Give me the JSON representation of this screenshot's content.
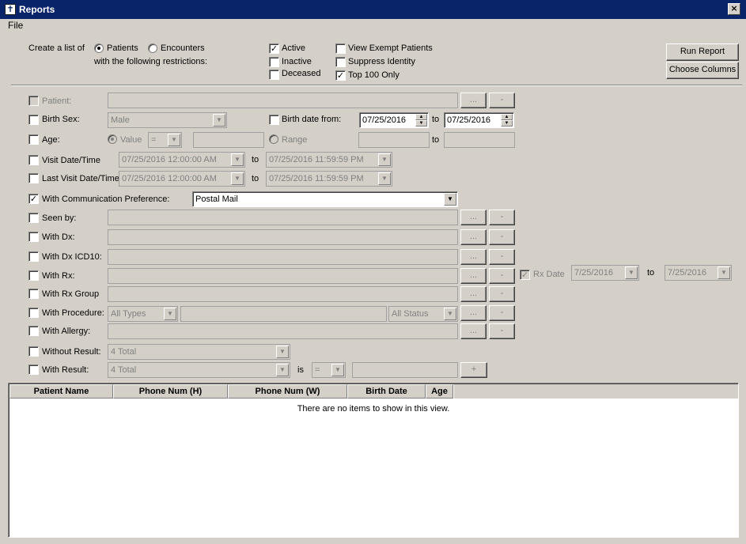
{
  "window": {
    "title": "Reports",
    "close_glyph": "×",
    "app_icon": "hospital-cross-icon"
  },
  "menu": {
    "file": "File"
  },
  "header": {
    "create_list_of": "Create a list of",
    "with_restrictions": "with the following restrictions:",
    "patients": "Patients",
    "encounters": "Encounters",
    "active": "Active",
    "inactive": "Inactive",
    "deceased": "Deceased",
    "view_exempt": "View Exempt Patients",
    "suppress_identity": "Suppress Identity",
    "top_100": "Top 100 Only",
    "run_report": "Run Report",
    "choose_columns": "Choose Columns"
  },
  "filters": {
    "patient": "Patient:",
    "birth_sex": "Birth Sex:",
    "birth_sex_value": "Male",
    "birth_date_from": "Birth date from:",
    "birth_from_value": "07/25/2016",
    "birth_to_value": "07/25/2016",
    "to": "to",
    "age": "Age:",
    "value": "Value",
    "eq": "=",
    "range": "Range",
    "visit_datetime": "Visit Date/Time",
    "visit_from": "07/25/2016 12:00:00 AM",
    "visit_to": "07/25/2016 11:59:59 PM",
    "last_visit_datetime": "Last Visit Date/Time",
    "last_from": "07/25/2016 12:00:00 AM",
    "last_to": "07/25/2016 11:59:59 PM",
    "comm_pref": "With Communication Preference:",
    "comm_pref_value": "Postal Mail",
    "seen_by": "Seen by:",
    "with_dx": "With Dx:",
    "with_dx_icd10": "With Dx ICD10:",
    "with_rx": "With Rx:",
    "rx_date": "Rx Date",
    "rx_from": "7/25/2016",
    "rx_to": "7/25/2016",
    "with_rx_group": "With Rx Group",
    "with_procedure": "With Procedure:",
    "all_types": "All Types",
    "all_status": "All Status",
    "with_allergy": "With Allergy:",
    "without_result": "Without Result:",
    "without_result_value": "4 Total",
    "with_result": "With Result:",
    "with_result_value": "4 Total",
    "is": "is",
    "ellipsis": "...",
    "minus": "-",
    "plus": "+"
  },
  "table": {
    "columns": [
      "Patient Name",
      "Phone Num (H)",
      "Phone Num (W)",
      "Birth Date",
      "Age"
    ],
    "empty": "There are no items to show in this view."
  }
}
